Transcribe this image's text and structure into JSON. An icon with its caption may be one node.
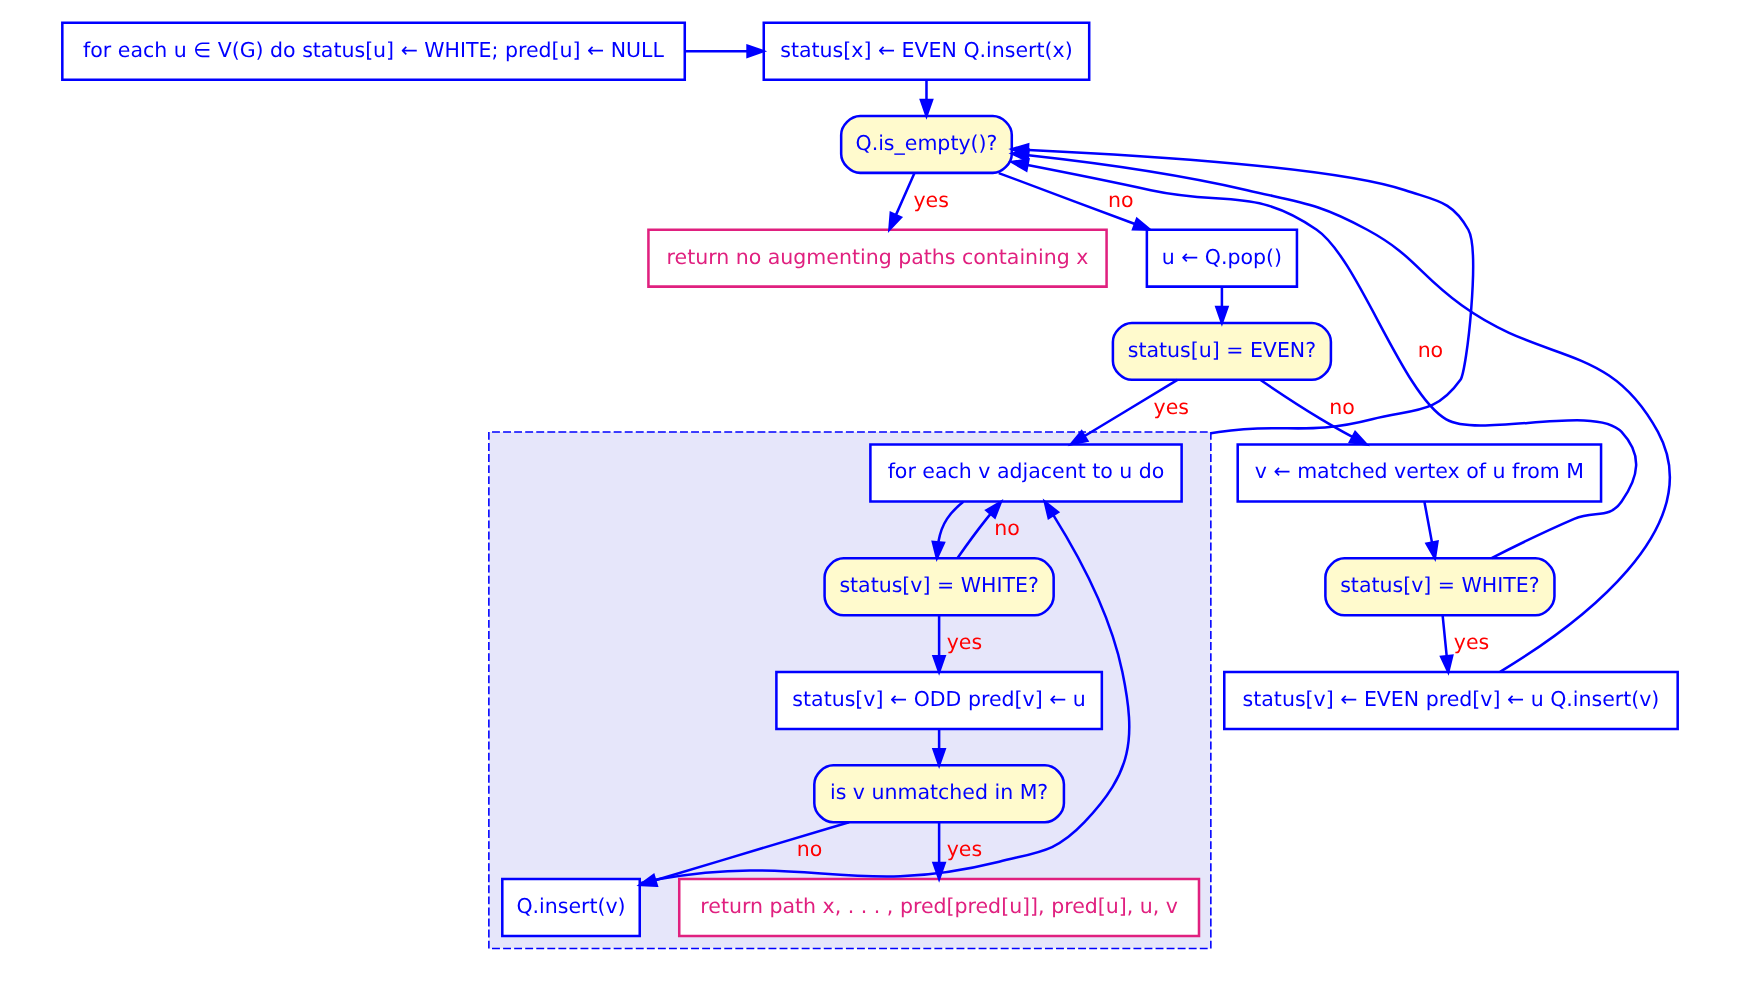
{
  "diagram": {
    "nodes": [
      {
        "text": [
          "status[x] ← EVEN Q.insert(x)"
        ]
      },
      {
        "text": [
          "for each u ∈ V(G) do status[u] ← WHITE; pred[u] ← NULL"
        ]
      },
      {
        "text": [
          "Q.is_empty()?"
        ]
      },
      {
        "text": [
          "return no augmenting paths containing x"
        ]
      },
      {
        "text": [
          "u ← Q.pop()"
        ]
      },
      {
        "text": [
          "status[u] = EVEN?"
        ]
      },
      {
        "text": [],
        "shape": "box"
      },
      {
        "text": [
          "for each v adjacent to u do"
        ],
        "in": 6
      },
      {
        "text": [
          "status[v] = WHITE?"
        ],
        "in": 6
      },
      {
        "text": [
          "status[v] ← ODD pred[v] ← u"
        ],
        "in": 6
      },
      {
        "text": [
          "is v unmatched in M?"
        ],
        "in": 6
      },
      {
        "text": [
          "Q.insert(v)"
        ],
        "in": 6
      },
      {
        "text": [
          "return path x, . . . , pred[pred[u]], pred[u], u, v"
        ],
        "in": 6
      },
      {
        "text": [
          "v ← matched vertex of u from M"
        ]
      },
      {
        "text": [
          "status[v] = WHITE?"
        ]
      },
      {
        "text": [
          "status[v] ← EVEN pred[v] ← u Q.insert(v)"
        ]
      }
    ],
    "edges": [
      {
        "from": 1,
        "to": 0,
        "arrow": "to"
      },
      {
        "from": 0,
        "to": 2,
        "arrow": "to"
      },
      {
        "from": 2,
        "to": 3,
        "arrow": "to",
        "label": "yes"
      },
      {
        "from": 2,
        "to": 4,
        "arrow": "to",
        "label": "no"
      },
      {
        "from": 4,
        "to": 5,
        "arrow": "to"
      },
      {
        "from": 5,
        "to": 7,
        "arrow": "to",
        "label": "yes"
      },
      {
        "from": 5,
        "to": 13,
        "arrow": "to",
        "label": "no"
      },
      {
        "from": 6,
        "to": 2,
        "arrow": "to"
      },
      {
        "from": 7,
        "to": 8,
        "arrow": "to"
      },
      {
        "from": 8,
        "to": 9,
        "arrow": "to",
        "label": "yes"
      },
      {
        "from": 8,
        "to": 7,
        "arrow": "to",
        "label": "no"
      },
      {
        "from": 9,
        "to": 10,
        "arrow": "to"
      },
      {
        "from": 10,
        "to": 11,
        "arrow": "to",
        "label": "no"
      },
      {
        "from": 11,
        "to": 7,
        "arrow": "to"
      },
      {
        "from": 10,
        "to": 12,
        "arrow": "to",
        "label": "yes"
      },
      {
        "from": 13,
        "to": 14,
        "arrow": "to"
      },
      {
        "from": 14,
        "to": 15,
        "arrow": "to",
        "label": "yes"
      },
      {
        "from": 14,
        "to": 2,
        "arrow": "to",
        "label": "no"
      },
      {
        "from": 15,
        "to": 2,
        "arrow": "to"
      }
    ]
  }
}
